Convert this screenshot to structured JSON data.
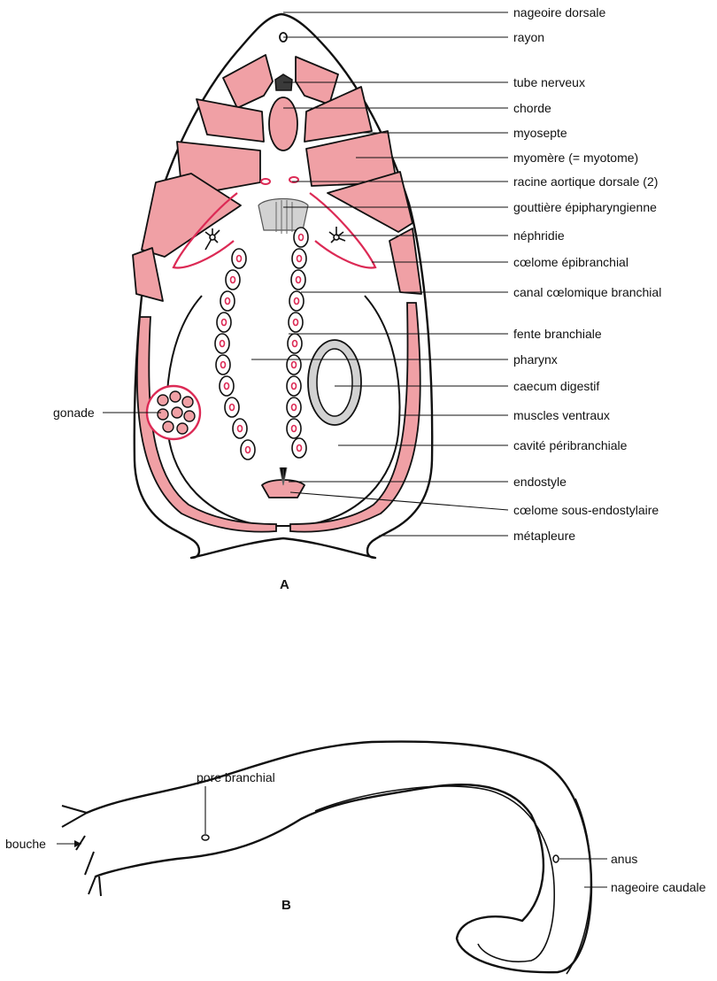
{
  "figure_a": {
    "letter": "A",
    "labels": {
      "nageoire_dorsale": "nageoire dorsale",
      "rayon": "rayon",
      "tube_nerveux": "tube nerveux",
      "chorde": "chorde",
      "myosepte": "myosepte",
      "myomere": "myomère (= myotome)",
      "racine_aortique": "racine aortique dorsale (2)",
      "gouttiere": "gouttière épipharyngienne",
      "nephridie": "néphridie",
      "coelome_epibranchial": "cœlome épibranchial",
      "canal_coelomique": "canal cœlomique branchial",
      "fente_branchiale": "fente branchiale",
      "pharynx": "pharynx",
      "caecum": "caecum digestif",
      "muscles_ventraux": "muscles ventraux",
      "cavite_peribranchiale": "cavité péribranchiale",
      "endostyle": "endostyle",
      "coelome_sous_endostylaire": "cœlome sous-endostylaire",
      "metapleure": "métapleure",
      "gonade": "gonade"
    }
  },
  "figure_b": {
    "letter": "B",
    "labels": {
      "pore_branchial": "pore branchial",
      "bouche": "bouche",
      "anus": "anus",
      "nageoire_caudale": "nageoire caudale"
    }
  },
  "colors": {
    "muscle_pink": "#f0a0a5",
    "accent_red": "#dc2a55",
    "notochord_grey": "#d2d2d2",
    "nerve_tube": "#3a3a3a",
    "outline": "#111111"
  }
}
